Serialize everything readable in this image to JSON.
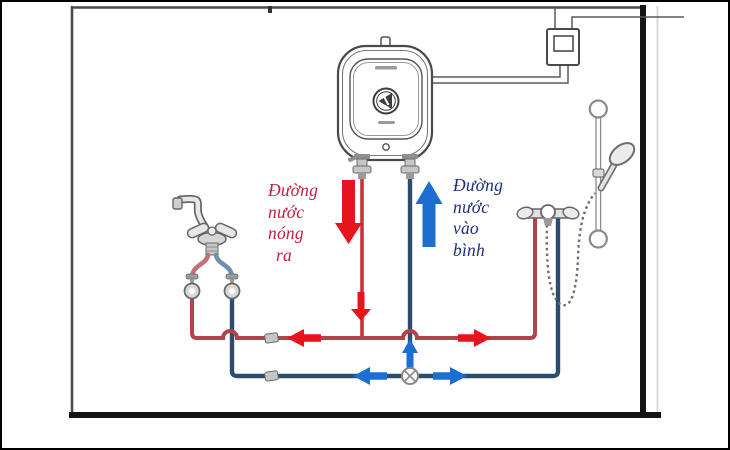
{
  "diagram": {
    "title_semantic": "water-heater-piping-diagram",
    "hot_label": {
      "lines": [
        "Đường",
        "nước",
        "nóng",
        "ra"
      ]
    },
    "cold_label": {
      "lines": [
        "Đường",
        "nước",
        "vào",
        "bình"
      ]
    },
    "colors": {
      "hot_arrow": "#e8141c",
      "cold_arrow": "#1a6fd0",
      "hot_pipe": "#b2434b",
      "hot_pipe_v": "#c63338",
      "cold_pipe": "#2e4d6e",
      "hot_hose": "#c4707a",
      "cold_hose": "#6d8fb0",
      "hot_text": "#c2203f",
      "cold_text": "#1d2f7c",
      "outline": "#4a4a4a",
      "wall": "#141414"
    }
  }
}
